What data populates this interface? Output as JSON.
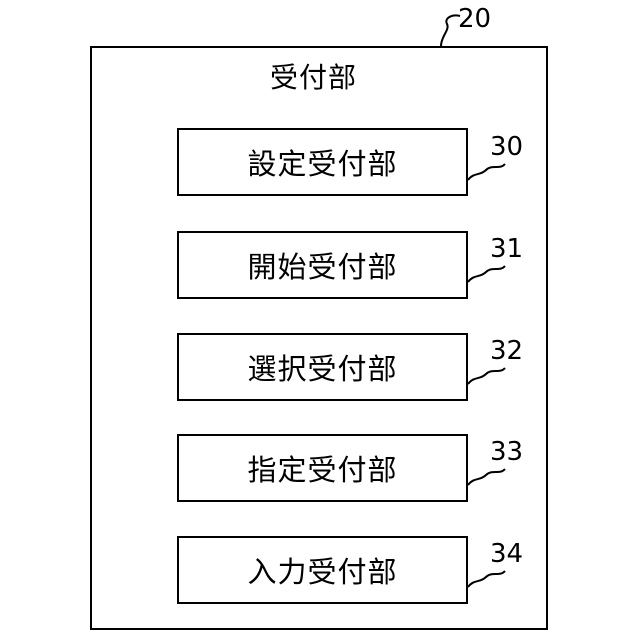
{
  "container": {
    "ref": "20",
    "title": "受付部"
  },
  "units": [
    {
      "label": "設定受付部",
      "ref": "30"
    },
    {
      "label": "開始受付部",
      "ref": "31"
    },
    {
      "label": "選択受付部",
      "ref": "32"
    },
    {
      "label": "指定受付部",
      "ref": "33"
    },
    {
      "label": "入力受付部",
      "ref": "34"
    }
  ]
}
